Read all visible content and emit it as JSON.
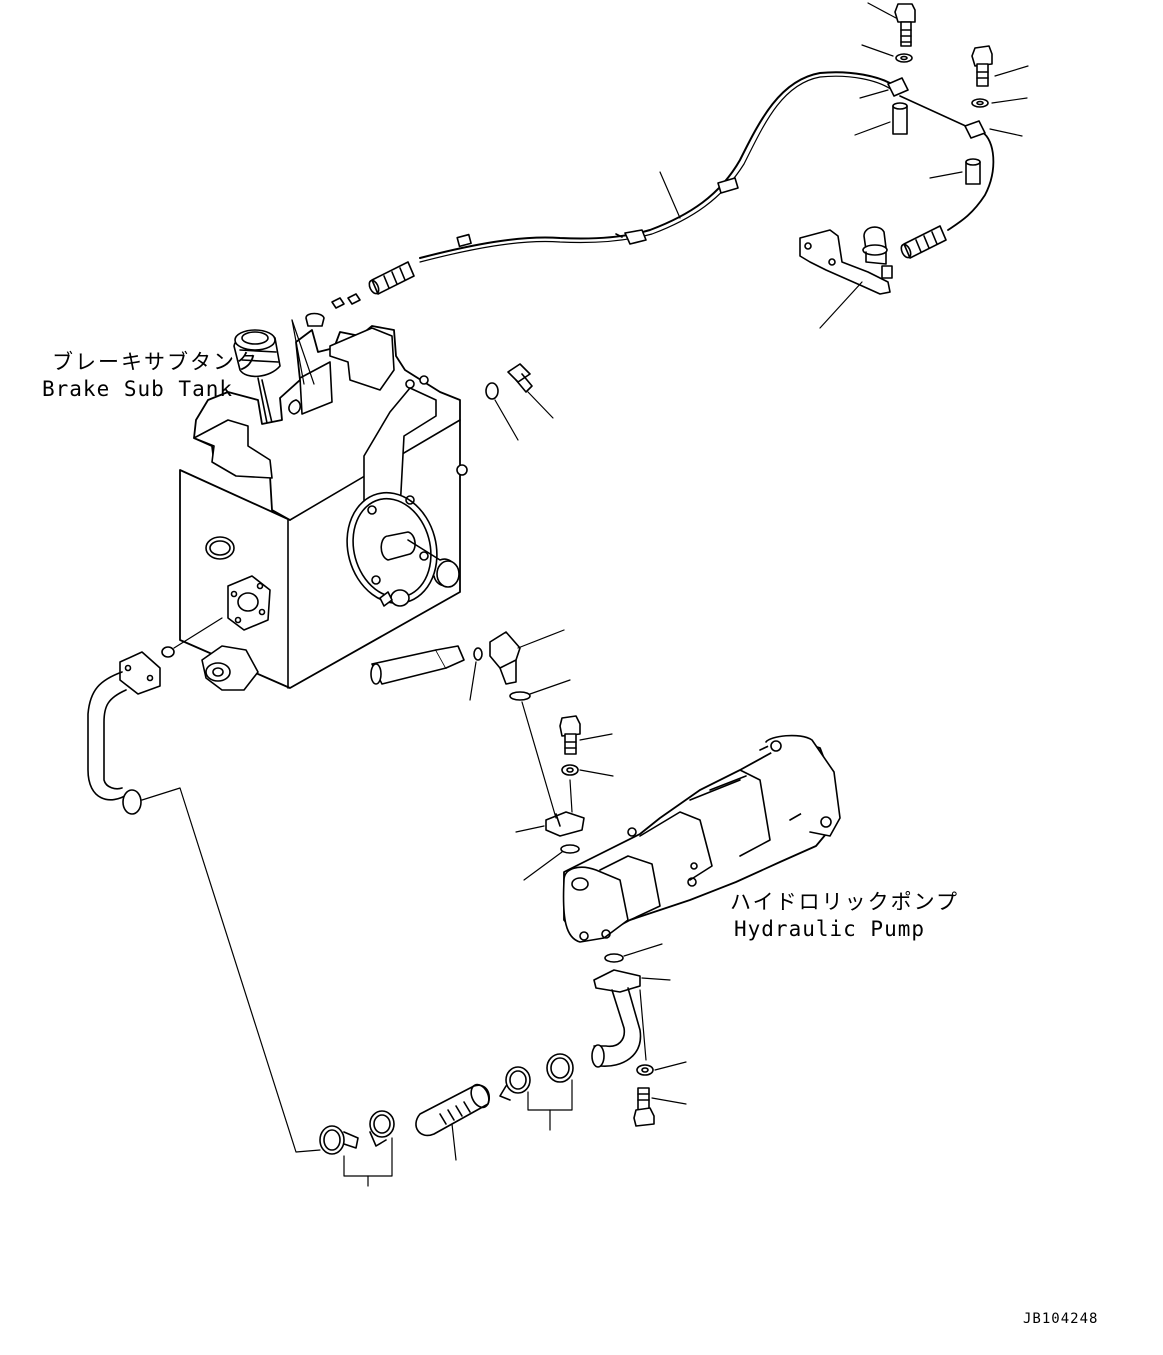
{
  "labels": {
    "brake_sub_tank_jp": "ブレーキサブタンク",
    "brake_sub_tank_en": "Brake Sub Tank",
    "hydraulic_pump_jp": "ハイドロリックポンプ",
    "hydraulic_pump_en": "Hydraulic Pump"
  },
  "drawing_code": "JB104248",
  "colors": {
    "line": "#000000",
    "background": "#ffffff"
  }
}
